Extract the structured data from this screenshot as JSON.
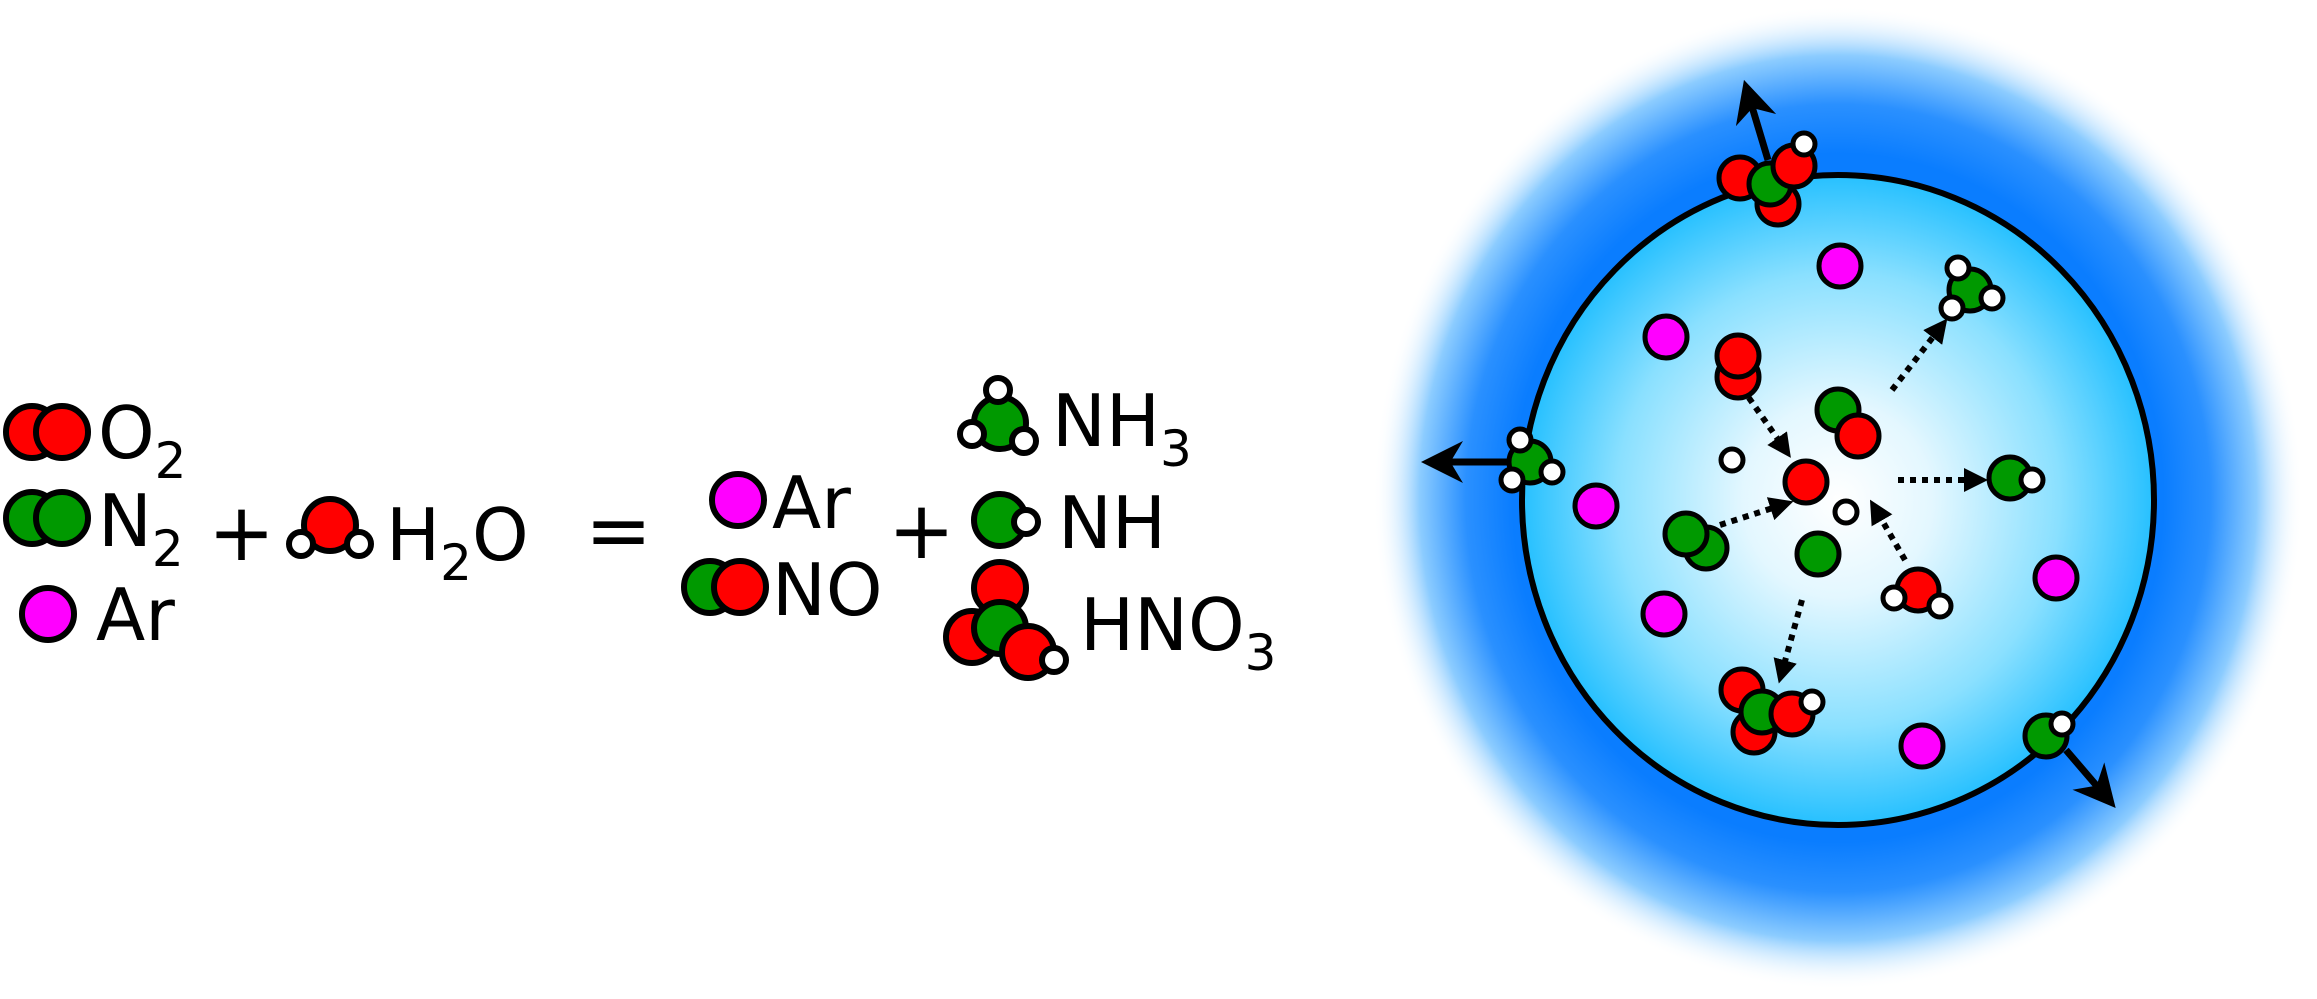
{
  "colors": {
    "oxygen": "#ff0000",
    "nitrogen": "#009900",
    "argon": "#ff00ff",
    "hydrogen": "#ffffff",
    "outline": "#000000",
    "bubble_core": "#eaf9ff",
    "bubble_mid": "#3ec9ff",
    "bubble_halo": "#0a7dff"
  },
  "reactants": {
    "o2": {
      "main": "O",
      "sub": "2"
    },
    "n2": {
      "main": "N",
      "sub": "2"
    },
    "ar": {
      "main": "Ar"
    },
    "plus": "+",
    "h2o": {
      "pre": "H",
      "sub": "2",
      "post": "O"
    }
  },
  "equals": "=",
  "products": {
    "ar": {
      "main": "Ar"
    },
    "no": {
      "main": "NO"
    },
    "plus": "+",
    "nh3": {
      "main": "NH",
      "sub": "3"
    },
    "nh": {
      "main": "NH"
    },
    "hno3": {
      "main": "HNO",
      "sub": "3"
    }
  }
}
